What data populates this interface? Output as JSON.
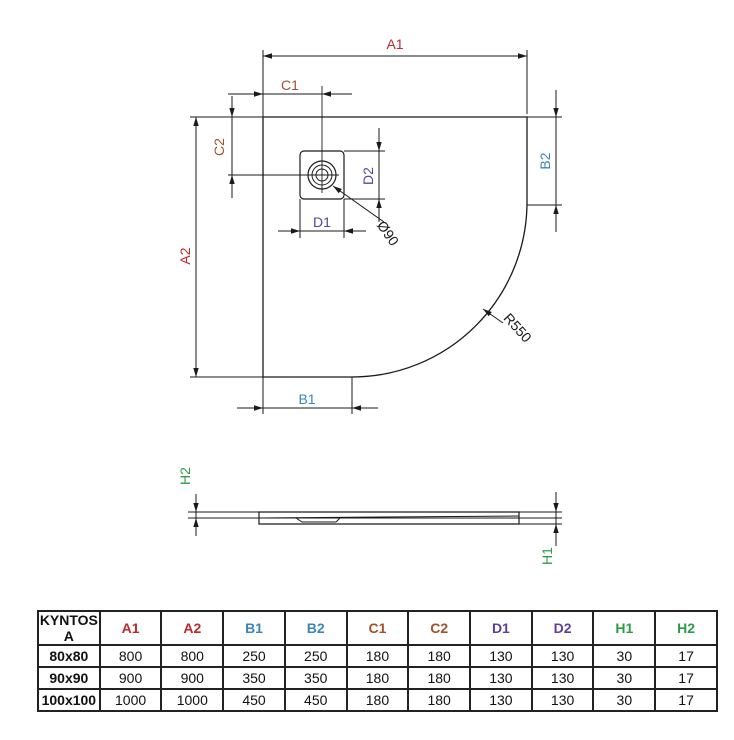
{
  "colors": {
    "line": "#1a1a1a",
    "red": "#c0282b",
    "blue": "#3a86b8",
    "brown": "#a0522d",
    "purple": "#5b3f9e",
    "green": "#2e9c46"
  },
  "labels": {
    "A1": "A1",
    "A2": "A2",
    "B1": "B1",
    "B2": "B2",
    "C1": "C1",
    "C2": "C2",
    "D1": "D1",
    "D2": "D2",
    "H1": "H1",
    "H2": "H2",
    "drain_diameter": "Ø90",
    "radius": "R550"
  },
  "table": {
    "headers": [
      {
        "label": "KYNTOS A",
        "color": "#111111"
      },
      {
        "label": "A1",
        "color": "#c0282b"
      },
      {
        "label": "A2",
        "color": "#c0282b"
      },
      {
        "label": "B1",
        "color": "#3a86b8"
      },
      {
        "label": "B2",
        "color": "#3a86b8"
      },
      {
        "label": "C1",
        "color": "#a0522d"
      },
      {
        "label": "C2",
        "color": "#a0522d"
      },
      {
        "label": "D1",
        "color": "#5b3f9e"
      },
      {
        "label": "D2",
        "color": "#5b3f9e"
      },
      {
        "label": "H1",
        "color": "#2e9c46"
      },
      {
        "label": "H2",
        "color": "#2e9c46"
      }
    ],
    "rows": [
      [
        "80x80",
        "800",
        "800",
        "250",
        "250",
        "180",
        "180",
        "130",
        "130",
        "30",
        "17"
      ],
      [
        "90x90",
        "900",
        "900",
        "350",
        "350",
        "180",
        "180",
        "130",
        "130",
        "30",
        "17"
      ],
      [
        "100x100",
        "1000",
        "1000",
        "450",
        "450",
        "180",
        "180",
        "130",
        "130",
        "30",
        "17"
      ]
    ]
  }
}
